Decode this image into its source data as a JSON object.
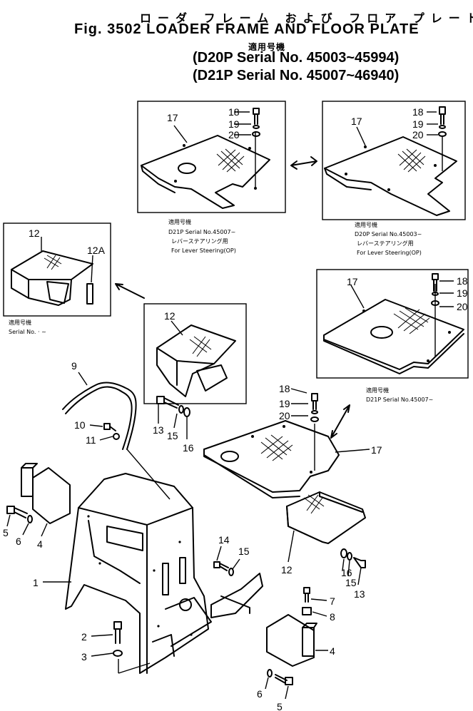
{
  "header": {
    "title_kana": "ローダ フレーム および フロア プレート",
    "title": "Fig. 3502 LOADER FRAME AND FLOOR PLATE",
    "applicability_label": "適用号機",
    "serial_lines": [
      "(D20P Serial No. 45003~45994)",
      "(D21P Serial No. 45007~46940)"
    ]
  },
  "callouts": {
    "p1": "1",
    "p2": "2",
    "p3": "3",
    "p4a": "4",
    "p4b": "4",
    "p5a": "5",
    "p5b": "5",
    "p6a": "6",
    "p6b": "6",
    "p7": "7",
    "p8": "8",
    "p9": "9",
    "p10": "10",
    "p11": "11",
    "p12a": "12",
    "p12b": "12",
    "p12c": "12",
    "p12A": "12A",
    "p13a": "13",
    "p13b": "13",
    "p14": "14",
    "p15a": "15",
    "p15b": "15",
    "p16a": "16",
    "p16b": "16",
    "p17a": "17",
    "p17b": "17",
    "p17c": "17",
    "p17d": "17",
    "p18a": "18",
    "p18b": "18",
    "p18c": "18",
    "p18d": "18",
    "p19a": "19",
    "p19b": "19",
    "p19c": "19",
    "p19d": "19",
    "p20a": "20",
    "p20b": "20",
    "p20c": "20",
    "p20d": "20"
  },
  "captions": {
    "inset_left": [
      "適用号機",
      "D21P Serial No.45007~",
      "レバーステアリング用",
      "For Lever Steering(OP)"
    ],
    "inset_right": [
      "適用号機",
      "D20P Serial No.45003~",
      "レバーステアリング用",
      "For Lever Steering(OP)"
    ],
    "inset_hood": [
      "適用号機",
      "Serial No.  ·  ~"
    ],
    "inset_plate": [
      "適用号機",
      "D21P Serial No.45007~"
    ]
  }
}
